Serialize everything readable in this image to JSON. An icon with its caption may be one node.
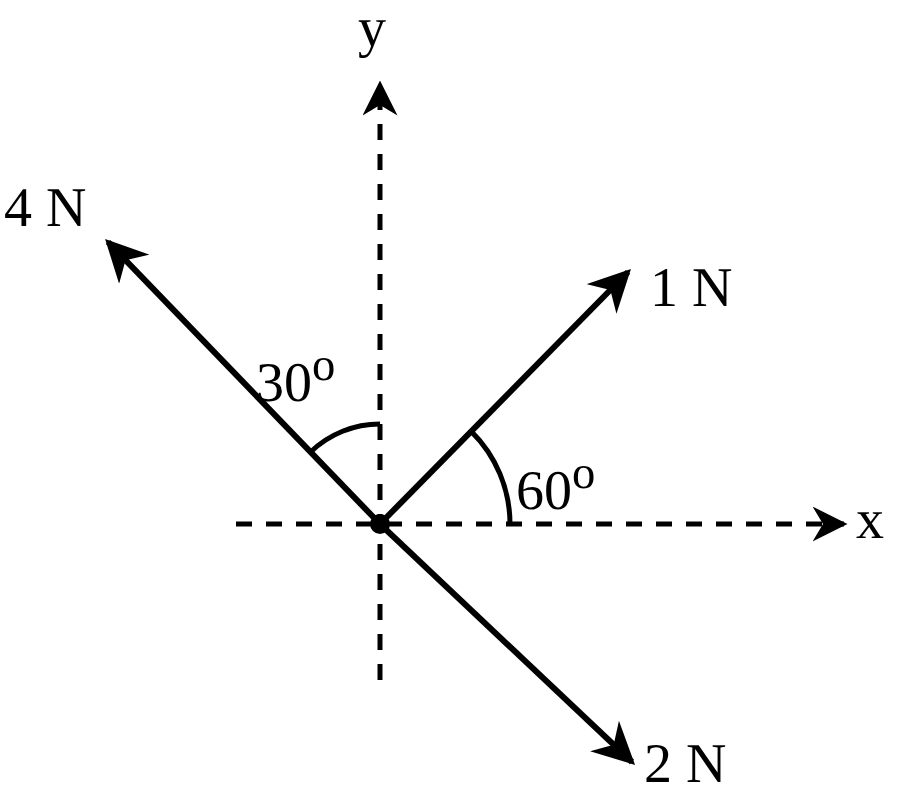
{
  "diagram": {
    "labels": [
      "y",
      "4 N",
      "1 N",
      "30$^{o}$",
      "60$^{o}$",
      "x",
      "2 N"
    ]
  }
}
